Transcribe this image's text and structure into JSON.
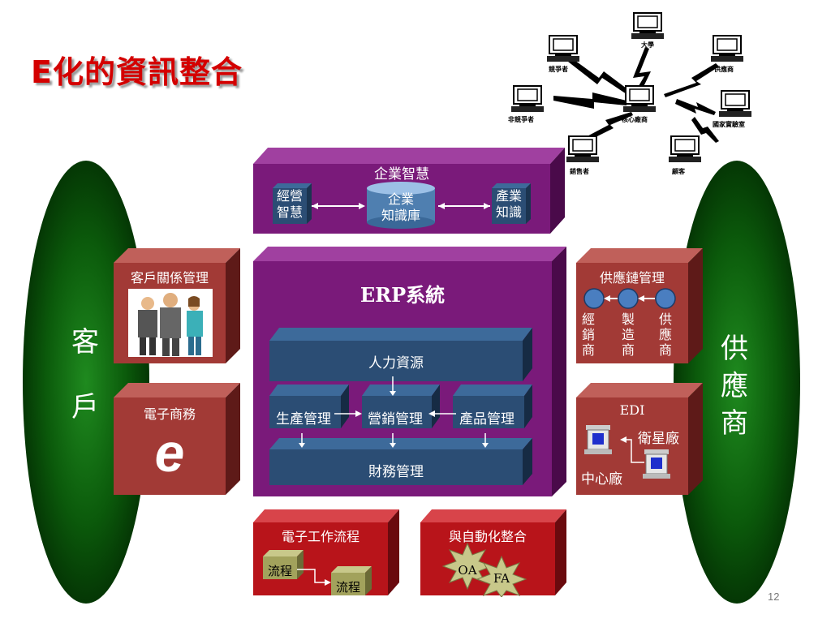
{
  "title": "E化的資訊整合",
  "page_number": "12",
  "left_oval_label": [
    "客",
    "戶"
  ],
  "right_oval_label": [
    "供",
    "應",
    "商"
  ],
  "enterprise_intelligence": {
    "title": "企業智慧",
    "left": [
      "經營",
      "智慧"
    ],
    "center": [
      "企業",
      "知識庫"
    ],
    "right": [
      "產業",
      "知識"
    ]
  },
  "crm": {
    "title": "客戶關係管理"
  },
  "ecommerce": {
    "title": "電子商務",
    "logo": "e"
  },
  "erp": {
    "title": "ERP系統",
    "hr": "人力資源",
    "production": "生產管理",
    "marketing": "營銷管理",
    "product": "產品管理",
    "finance": "財務管理"
  },
  "scm": {
    "title": "供應鏈管理",
    "nodes": [
      "經銷商",
      "製造商",
      "供應商"
    ]
  },
  "edi": {
    "title": "EDI",
    "sat": "衛星廠",
    "center": "中心廠"
  },
  "workflow": {
    "title": "電子工作流程",
    "step1": "流程",
    "step2": "流程"
  },
  "automation": {
    "title": "與自動化整合",
    "oa": "OA",
    "fa": "FA"
  },
  "network": {
    "labels": [
      "大學",
      "競爭者",
      "供應商",
      "非競爭者",
      "核心廠商",
      "國家實驗室",
      "銷售者",
      "顧客"
    ]
  },
  "colors": {
    "title": "#d40000",
    "purple": "#7a1a7a",
    "red_box": "#a23a36",
    "dark_red": "#b8141a"
  }
}
